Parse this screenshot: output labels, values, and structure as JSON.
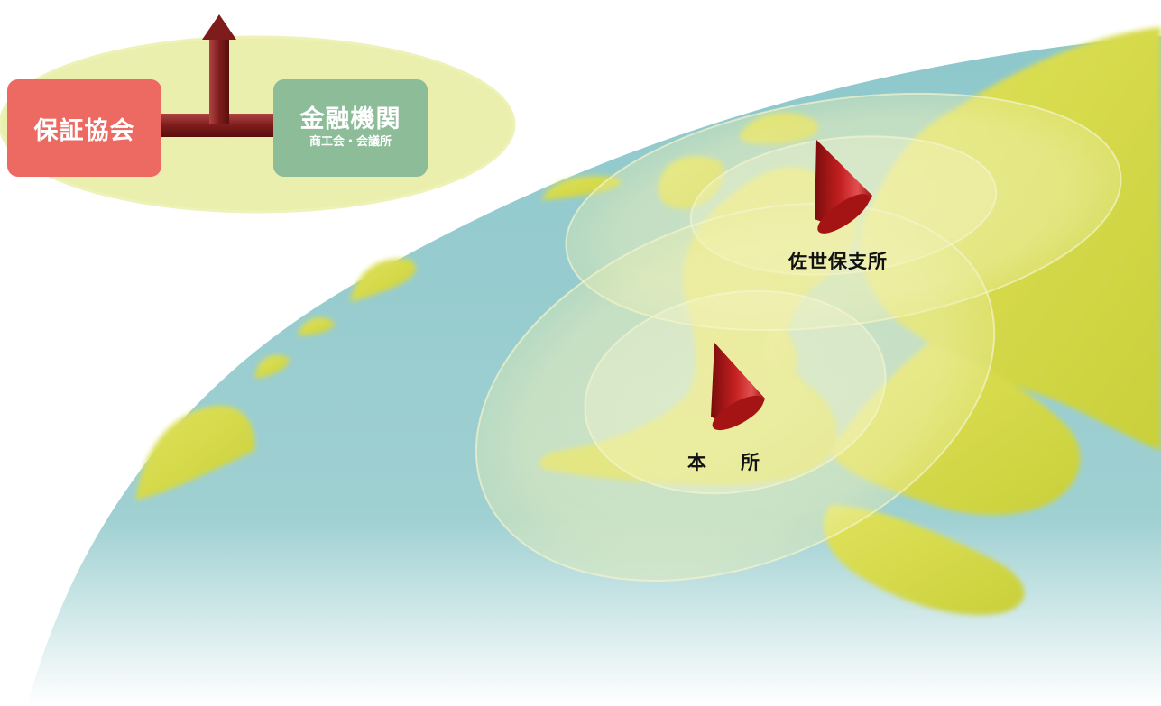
{
  "diagram": {
    "left_group": {
      "guarantee_association": "保証協会",
      "financial_institutions": "金融機関",
      "financial_institutions_sub": "商工会・会議所"
    },
    "offices": {
      "sasebo_branch": "佐世保支所",
      "head_office": "本所"
    },
    "colors": {
      "guarantee_box": "#ec6a62",
      "finance_box": "#8cbc98",
      "connector": "#8b2020",
      "ellipse": "#e6ec9e",
      "sea": "#8fc9cd",
      "land": "#d6d64a",
      "marker": "#b81a1a"
    },
    "icons": [
      "up-arrow-icon",
      "cone-marker-icon"
    ]
  }
}
